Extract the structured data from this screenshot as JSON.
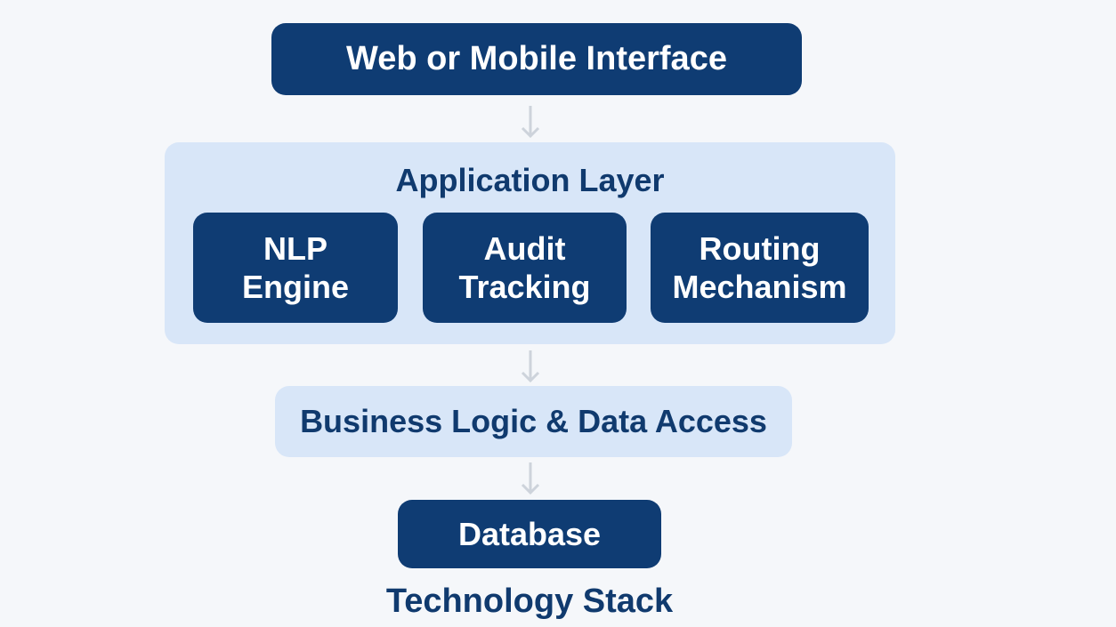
{
  "diagram": {
    "title": "Technology Stack",
    "layers": {
      "interface": "Web or Mobile Interface",
      "application": {
        "title": "Application Layer",
        "components": [
          {
            "line1": "NLP",
            "line2": "Engine"
          },
          {
            "line1": "Audit",
            "line2": "Tracking"
          },
          {
            "line1": "Routing",
            "line2": "Mechanism"
          }
        ]
      },
      "business": "Business Logic & Data Access",
      "database": "Database"
    },
    "arrows": [
      "down-arrow",
      "down-arrow",
      "down-arrow"
    ],
    "colors": {
      "dark_box": "#0f3c73",
      "light_box": "#d8e6f8",
      "text_dark": "#103a6e",
      "arrow": "#cdd3db",
      "background": "#f5f7fa"
    }
  }
}
